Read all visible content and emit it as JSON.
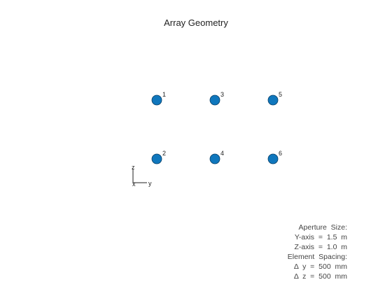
{
  "title": "Array Geometry",
  "marker_color": "#0f77bd",
  "marker_edge_color": "#0a3f66",
  "elements": [
    {
      "label": "1",
      "col": 0,
      "row": 0
    },
    {
      "label": "2",
      "col": 0,
      "row": 1
    },
    {
      "label": "3",
      "col": 1,
      "row": 0
    },
    {
      "label": "4",
      "col": 1,
      "row": 1
    },
    {
      "label": "5",
      "col": 2,
      "row": 0
    },
    {
      "label": "6",
      "col": 2,
      "row": 1
    }
  ],
  "axes_indicator": {
    "z": "z",
    "x": "x",
    "y": "y"
  },
  "info": {
    "aperture_heading": "Aperture  Size:",
    "y_axis": "Y-axis  =  1.5  m",
    "z_axis": "Z-axis  =  1.0  m",
    "spacing_heading": "Element  Spacing:",
    "delta_y": "Δ  y  =  500  mm",
    "delta_z": "Δ  z  =  500  mm"
  }
}
